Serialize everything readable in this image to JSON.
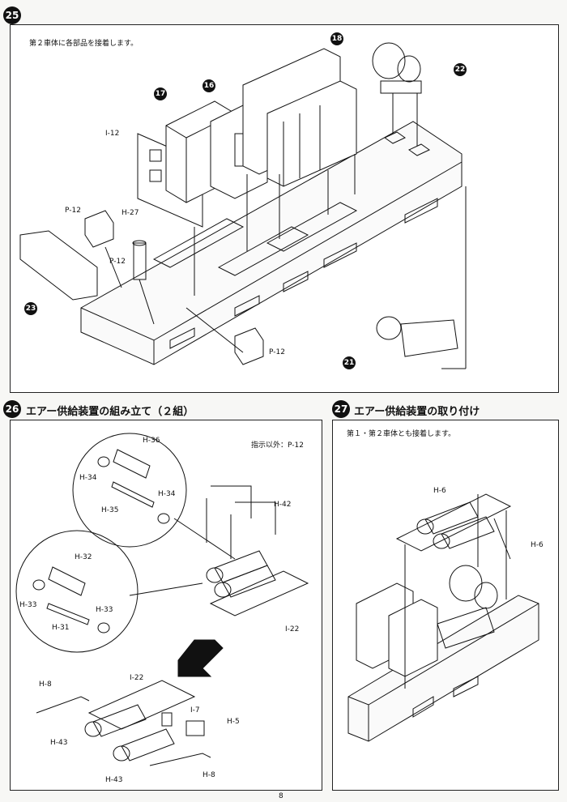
{
  "step25": {
    "badge": "25",
    "note": "第２車体に各部品を接着します。",
    "labels": {
      "i12": "I-12",
      "h27": "H-27",
      "p12a": "P-12",
      "p12b": "P-12",
      "p12c": "P-12"
    },
    "callouts": {
      "c16": "16",
      "c17": "17",
      "c18": "18",
      "c21": "21",
      "c22": "22",
      "c23": "23"
    }
  },
  "step26": {
    "badge": "26",
    "title": "エアー供給装置の組み立て（２組）",
    "note": "指示以外：P-12",
    "labels": {
      "h36": "H-36",
      "h34a": "H-34",
      "h34b": "H-34",
      "h35": "H-35",
      "h32": "H-32",
      "h33a": "H-33",
      "h33b": "H-33",
      "h31": "H-31",
      "h42": "H-42",
      "i22a": "I-22",
      "i22b": "I-22",
      "h8a": "H-8",
      "h8b": "H-8",
      "i7": "I-7",
      "h5": "H-5",
      "h43a": "H-43",
      "h43b": "H-43"
    }
  },
  "step27": {
    "badge": "27",
    "title": "エアー供給装置の取り付け",
    "note": "第１・第２車体とも接着します。",
    "labels": {
      "h6a": "H-6",
      "h6b": "H-6"
    }
  },
  "page_number": "8"
}
